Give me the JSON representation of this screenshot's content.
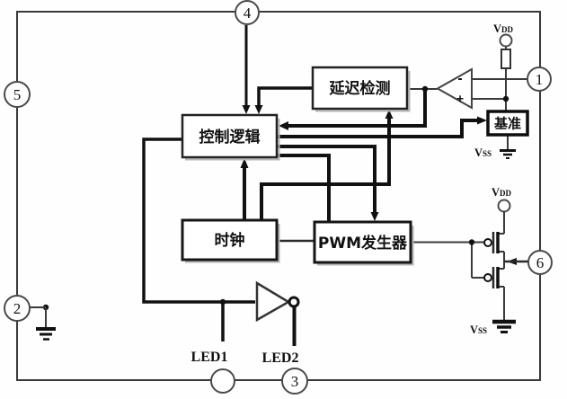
{
  "diagram": {
    "title_hint": "IC functional block diagram",
    "blocks": {
      "delay": "延迟检测",
      "control": "控制逻辑",
      "clock": "时钟",
      "pwm": "PWM发生器",
      "reference": "基准"
    },
    "pins": {
      "p1": "1",
      "p2": "2",
      "p3": "3",
      "p4": "4",
      "p5": "5",
      "p6": "6"
    },
    "led": {
      "led1": "LED1",
      "led2": "LED2"
    },
    "power": {
      "v": "V",
      "dd": "DD",
      "ss": "SS"
    },
    "comparator": {
      "minus": "-",
      "plus": "+"
    },
    "colors": {
      "background": "#fefefe",
      "wire": "#3a3a3a",
      "bus": "#111111",
      "box_border": "#222222",
      "box_fill": "#ffffff"
    }
  }
}
